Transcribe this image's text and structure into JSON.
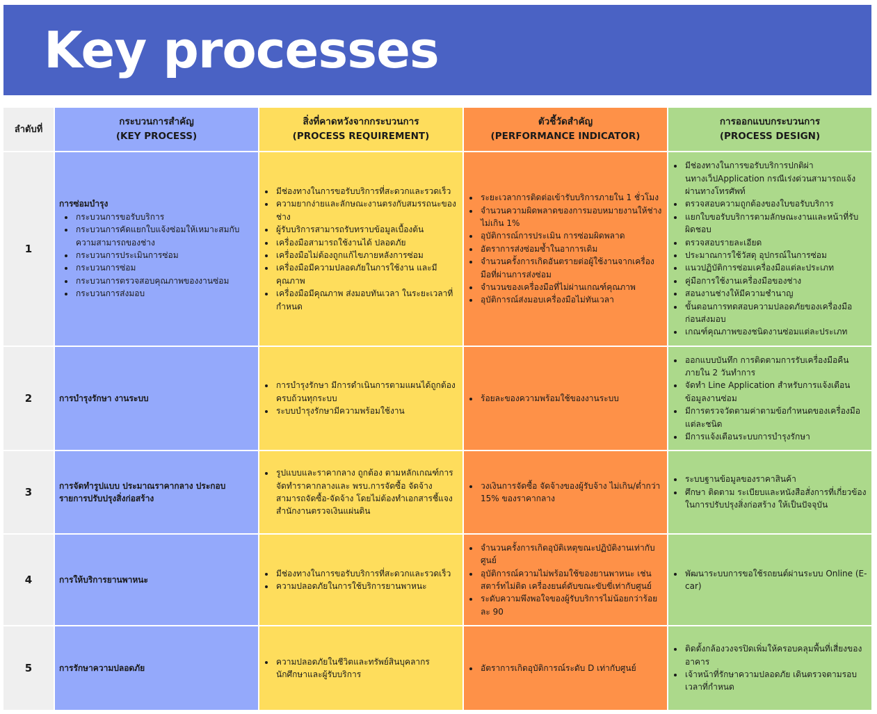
{
  "title": "Key processes",
  "headers": {
    "no": "ลำดับที่",
    "kp_th": "กระบวนการสำคัญ",
    "kp_en": "(KEY PROCESS)",
    "req_th": "สิ่งที่คาดหวังจากกระบวนการ",
    "req_en": "(PROCESS REQUIREMENT)",
    "ind_th": "ตัวชี้วัดสำคัญ",
    "ind_en": "(PERFORMANCE INDICATOR)",
    "des_th": "การออกแบบกระบวนการ",
    "des_en": "(PROCESS DESIGN)"
  },
  "rows": [
    {
      "no": "1",
      "kp_title": "การซ่อมบำรุง",
      "kp_items": [
        "กระบวนการขอรับบริการ",
        "กระบวนการคัดแยกใบแจ้งซ่อมให้เหมาะสมกับความสามารถของช่าง",
        "กระบวนการประเมินการซ่อม",
        "กระบวนการซ่อม",
        "กระบวนการตรวจสอบคุณภาพของงานซ่อม",
        "กระบวนการส่งมอบ"
      ],
      "req": [
        "มีช่องทางในการขอรับบริการที่สะดวกและรวดเร็ว",
        "ความยากง่ายและลักษณะงานตรงกับสมรรถนะของช่าง",
        "ผู้รับบริการสามารถรับทราบข้อมูลเบื้องต้น",
        "เครื่องมือสามารถใช้งานได้ ปลอดภัย",
        "เครื่องมือไม่ต้องถูกแก้ไขภายหลังการซ่อม",
        "เครื่องมือมีความปลอดภัยในการใช้งาน และมีคุณภาพ",
        "เครื่องมือมีคุณภาพ ส่งมอบทันเวลา ในระยะเวลาที่กำหนด"
      ],
      "ind": [
        "ระยะเวลาการติดต่อเข้ารับบริการภายใน 1 ชั่วโมง",
        "จำนวนความผิดพลาดของการมอบหมายงานให้ช่างไม่เกิน 1%",
        "อุบัติการณ์การประเมิน การซ่อมผิดพลาด",
        "อัตราการส่งซ่อมซ้ำในอาการเดิม",
        "จำนวนครั้งการเกิดอันตรายต่อผู้ใช้งานจากเครื่องมือที่ผ่านการส่งซ่อม",
        "จำนวนของเครื่องมือที่ไม่ผ่านเกณฑ์คุณภาพ",
        "อุบัติการณ์ส่งมอบเครื่องมือไม่ทันเวลา"
      ],
      "des": [
        "มีช่องทางในการขอรับบริการปกติผ่านทางเว็ปApplication กรณีเร่งด่วนสามารถแจ้งผ่านทางโทรศัพท์",
        "ตรวจสอบความถูกต้องของใบขอรับบริการ",
        "แยกใบขอรับบริการตามลักษณะงานและหน้าที่รับผิดชอบ",
        "ตรวจสอบรายละเอียด",
        "ประมาณการใช้วัสดุ อุปกรณ์ในการซ่อม",
        "แนวปฏิบัติการซ่อมเครื่องมือแต่ละประเภท",
        "คู่มือการใช้งานเครื่องมือของช่าง",
        "สอนงานช่างให้มีความชำนาญ",
        "ขั้นตอนการทดสอบความปลอดภัยของเครื่องมือก่อนส่งมอบ",
        "เกณฑ์คุณภาพของชนิดงานซ่อมแต่ละประเภท"
      ]
    },
    {
      "no": "2",
      "kp_title": "การบำรุงรักษา งานระบบ",
      "kp_items": [],
      "req": [
        "การบำรุงรักษา มีการดำเนินการตามแผนได้ถูกต้อง ครบถ้วนทุกระบบ",
        "ระบบบำรุงรักษามีความพร้อมใช้งาน"
      ],
      "ind": [
        "ร้อยละของความพร้อมใช้ของงานระบบ"
      ],
      "des": [
        "ออกแบบบันทึก การติดตามการรับเครื่องมือคืนภายใน 2 วันทำการ",
        "จัดทำ Line Application สำหรับการแจ้งเตือนข้อมูลงานซ่อม",
        "มีการตรวจวัดตามค่าตามข้อกำหนดของเครื่องมือแต่ละชนิด",
        "มีการแจ้งเตือนระบบการบำรุงรักษา"
      ]
    },
    {
      "no": "3",
      "kp_title": "การจัดทำรูปแบบ ประมาณราคากลาง ประกอบรายการปรับปรุงสิ่งก่อสร้าง",
      "kp_items": [],
      "req": [
        "รูปแบบและราคากลาง ถูกต้อง ตามหลักเกณฑ์การจัดทำราคากลางและ พรบ.การจัดซื้อ จัดจ้าง สามารถจัดซื้อ-จัดจ้าง โดยไม่ต้องทำเอกสารชี้แจงสำนักงานตรวจเงินแผ่นดิน"
      ],
      "ind": [
        "วงเงินการจัดซื้อ จัดจ้างของผู้รับจ้าง ไม่เกิน/ต่ำกว่า 15% ของราคากลาง"
      ],
      "des": [
        "ระบบฐานข้อมูลของราคาสินค้า",
        "ศึกษา ติดตาม ระเบียบและหนังสือสั่งการที่เกี่ยวข้องในการปรับปรุงสิ่งก่อสร้าง ให้เป็นปัจจุบัน"
      ]
    },
    {
      "no": "4",
      "kp_title": "การให้บริการยานพาหนะ",
      "kp_items": [],
      "req": [
        "มีช่องทางในการขอรับบริการที่สะดวกและรวดเร็ว",
        "ความปลอดภัยในการใช้บริการยานพาหนะ"
      ],
      "ind": [
        "จำนวนครั้งการเกิดอุบัติเหตุขณะปฏิบัติงานเท่ากับศูนย์",
        "อุบัติการณ์ความไม่พร้อมใช้ของยานพาหนะ เช่น สตาร์ทไม่ติด เครื่องยนต์ดับขณะขับขี่เท่ากับศูนย์",
        "ระดับความพึงพอใจของผู้รับบริการไม่น้อยกว่าร้อยละ 90"
      ],
      "des": [
        "พัฒนาระบบการขอใช้รถยนต์ผ่านระบบ Online (E-car)"
      ]
    },
    {
      "no": "5",
      "kp_title": "การรักษาความปลอดภัย",
      "kp_items": [],
      "req": [
        "ความปลอดภัยในชีวิตและทรัพย์สินบุคลากร นักศึกษาและผู้รับบริการ"
      ],
      "ind": [
        "อัตราการเกิดอุบัติการณ์ระดับ D เท่ากับศูนย์"
      ],
      "des": [
        "ติดตั้งกล้องวงจรปิดเพิ่มให้ครอบคลุมพื้นที่เสี่ยงของอาคาร",
        "เจ้าหน้าที่รักษาความปลอดภัย เดินตรวจตามรอบเวลาที่กำหนด"
      ]
    }
  ]
}
